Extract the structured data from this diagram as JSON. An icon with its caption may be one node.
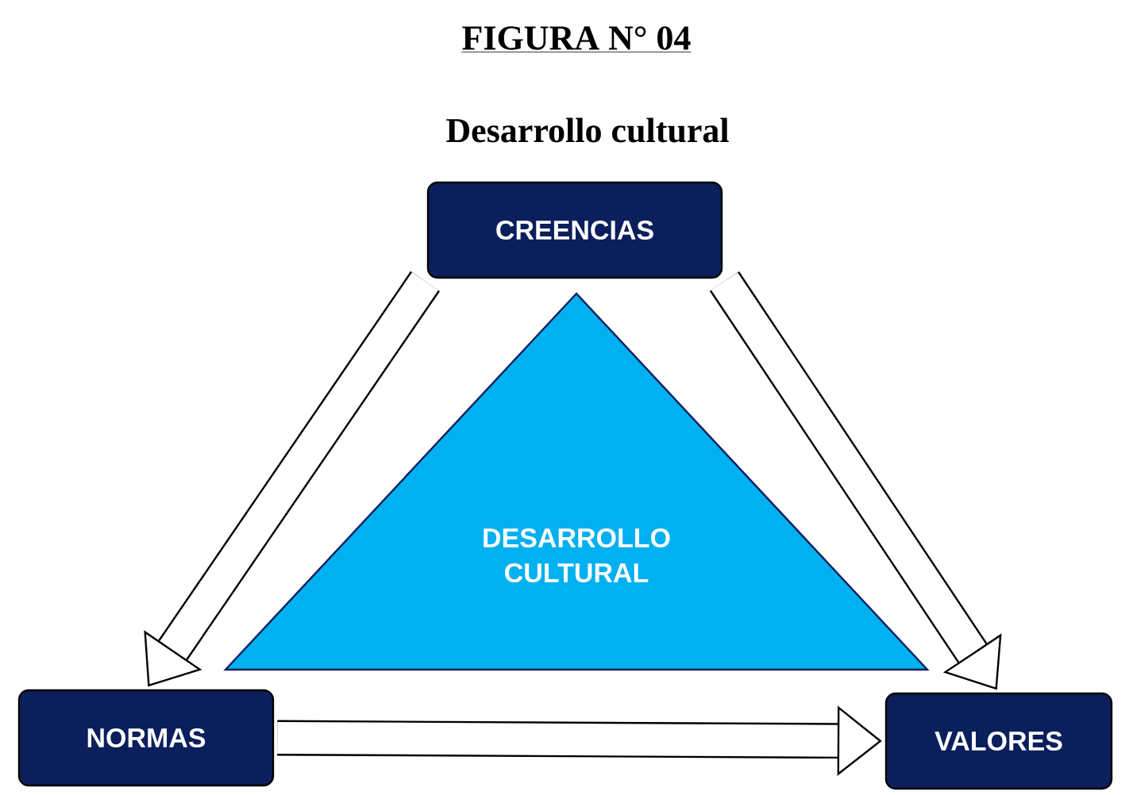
{
  "diagram": {
    "title": "FIGURA N° 04",
    "nodes": [
      {
        "text": [
          "CREENCIAS"
        ]
      },
      {
        "text": [
          "DESARROLLO CULTURAL"
        ]
      },
      {
        "text": [
          "NORMAS"
        ]
      },
      {
        "text": [
          "VALORES"
        ]
      }
    ],
    "edges": [
      {
        "from": 0,
        "to": 2,
        "arrow": "to"
      },
      {
        "from": 0,
        "to": 3,
        "arrow": "to"
      },
      {
        "from": 2,
        "to": 3,
        "arrow": "to"
      }
    ],
    "labels": [
      "Desarrollo cultural"
    ]
  }
}
